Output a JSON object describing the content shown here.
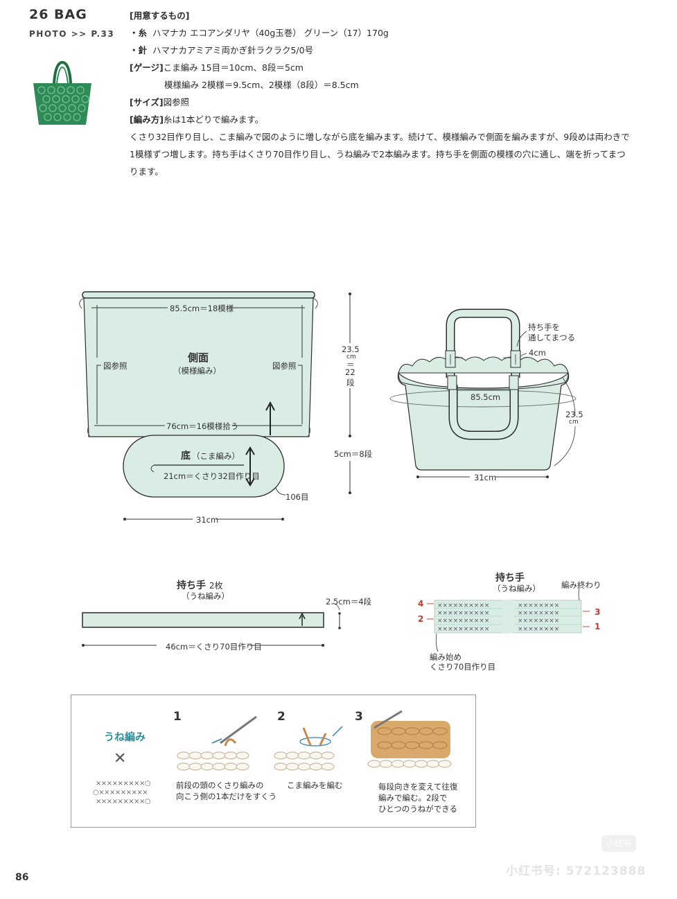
{
  "header": {
    "title": "26 BAG",
    "photo_ref": "PHOTO >> P.33"
  },
  "info": {
    "materials_heading": "[用意するもの]",
    "yarn_label": "・糸",
    "yarn_text": "ハマナカ エコアンダリヤ（40g玉巻） グリーン（17）170g",
    "hook_label": "・針",
    "hook_text": "ハマナカアミアミ両かぎ針ラクラク5/0号",
    "gauge_label": "[ゲージ]",
    "gauge_line1": "こま編み 15目＝10cm、8段＝5cm",
    "gauge_line2": "模様編み 2模様＝9.5cm、2模様（8段）＝8.5cm",
    "size_label": "[サイズ]",
    "size_text": "図参照",
    "method_label": "[編み方]",
    "method_text": "糸は1本どりで編みます。",
    "instructions_1": "くさり32目作り目し、こま編みで図のように増しながら底を編みます。続けて、模様編みで側面を編みますが、9段めは両わきで",
    "instructions_2": "1模様ずつ増します。持ち手はくさり70目作り目し、うね編みで2本編みます。持ち手を側面の模様の穴に通し、端を折ってまつ",
    "instructions_3": "ります。"
  },
  "side_panel": {
    "top_width": "85.5cm＝18模様",
    "title": "側面",
    "subtitle": "（模様編み）",
    "see_fig_left": "図参照",
    "see_fig_right": "図参照",
    "bottom_width": "76cm＝16模様拾う",
    "height_1": "23.5",
    "height_2": "cm",
    "height_3": "＝",
    "height_4": "22",
    "height_5": "段"
  },
  "base": {
    "title": "底",
    "subtitle": "（こま編み）",
    "chain": "21cm＝くさり32目作り目",
    "stitches": "106目",
    "width": "31cm",
    "height": "5cm＝8段"
  },
  "bag_view": {
    "handle_note_1": "持ち手を",
    "handle_note_2": "通してまつる",
    "handle_gap": "4cm",
    "circumference": "85.5cm",
    "height_1": "23.5",
    "height_2": "cm",
    "base_width": "31cm"
  },
  "handle": {
    "title": "持ち手",
    "count": "2枚",
    "subtitle": "（うね編み）",
    "height": "2.5cm＝4段",
    "length": "46cm＝くさり70目作り目"
  },
  "handle_chart": {
    "title": "持ち手",
    "subtitle": "（うね編み）",
    "end_label": "編み終わり",
    "start_label_1": "編み始め",
    "start_label_2": "くさり70目作り目",
    "row4": "4",
    "row3": "3",
    "row2": "2",
    "row1": "1"
  },
  "guide": {
    "title": "うね編み",
    "step1_num": "1",
    "step1_text_1": "前段の頭のくさり編みの",
    "step1_text_2": "向こう側の1本だけをすくう",
    "step2_num": "2",
    "step2_text": "こま編みを編む",
    "step3_num": "3",
    "step3_text_1": "毎段向きを変えて往復",
    "step3_text_2": "編みで編む。2段で",
    "step3_text_3": "ひとつのうねができる",
    "sym_row1": "×××××××××○",
    "sym_row2": "○×××××××××",
    "sym_row3": "×××××××××○"
  },
  "footer": {
    "page_number": "86",
    "watermark": "小红书号: 572123888",
    "logo": "小红书"
  },
  "colors": {
    "mint": "#d9ede4",
    "outline": "#2b2b2b",
    "bag_green": "#2e8b57",
    "teal": "#2f8f98",
    "red": "#c0392b",
    "tan": "#d8a96a"
  }
}
